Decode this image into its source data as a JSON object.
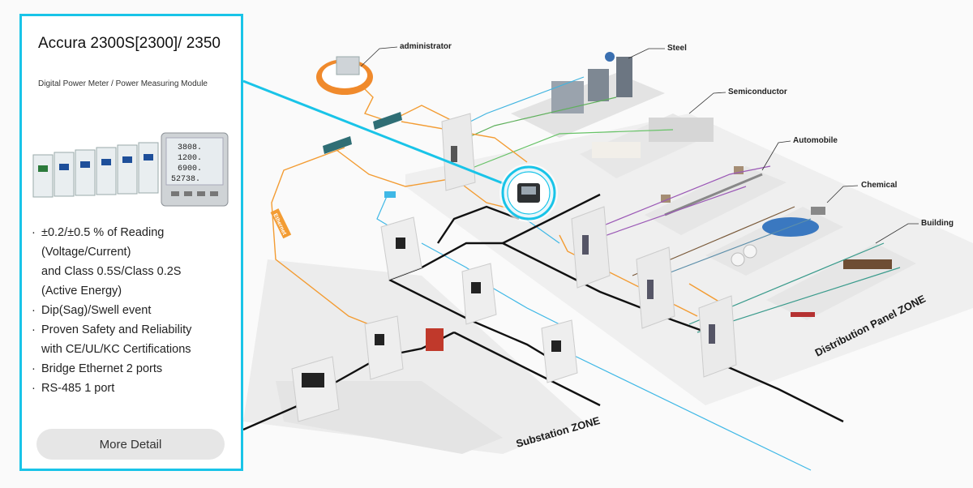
{
  "card": {
    "title": "Accura 2300S[2300]/ 2350",
    "subtitle": "Digital Power Meter / Power Measuring Module",
    "meter_readings": [
      "3808.",
      "1200.",
      "6900.",
      "52738."
    ],
    "features": [
      "±0.2/±0.5 % of Reading",
      "(Voltage/Current)",
      "and Class 0.5S/Class 0.2S",
      "(Active Energy)",
      "Dip(Sag)/Swell event",
      "Proven Safety and Reliability",
      "with CE/UL/KC Certifications",
      "Bridge Ethernet 2 ports",
      "RS-485 1 port"
    ],
    "more_button": "More Detail"
  },
  "diagram": {
    "labels": {
      "administrator": "administrator",
      "steel": "Steel",
      "semiconductor": "Semiconductor",
      "automobile": "Automobile",
      "chemical": "Chemical",
      "building": "Building",
      "ethernet": "Ethernet"
    },
    "zones": {
      "substation": "Substation ZONE",
      "distribution": "Distribution Panel ZONE"
    }
  },
  "colors": {
    "accent": "#19c4e8",
    "ethernet": "#f39c33",
    "power_line": "#111111",
    "rs485": "#3fb8e6"
  }
}
